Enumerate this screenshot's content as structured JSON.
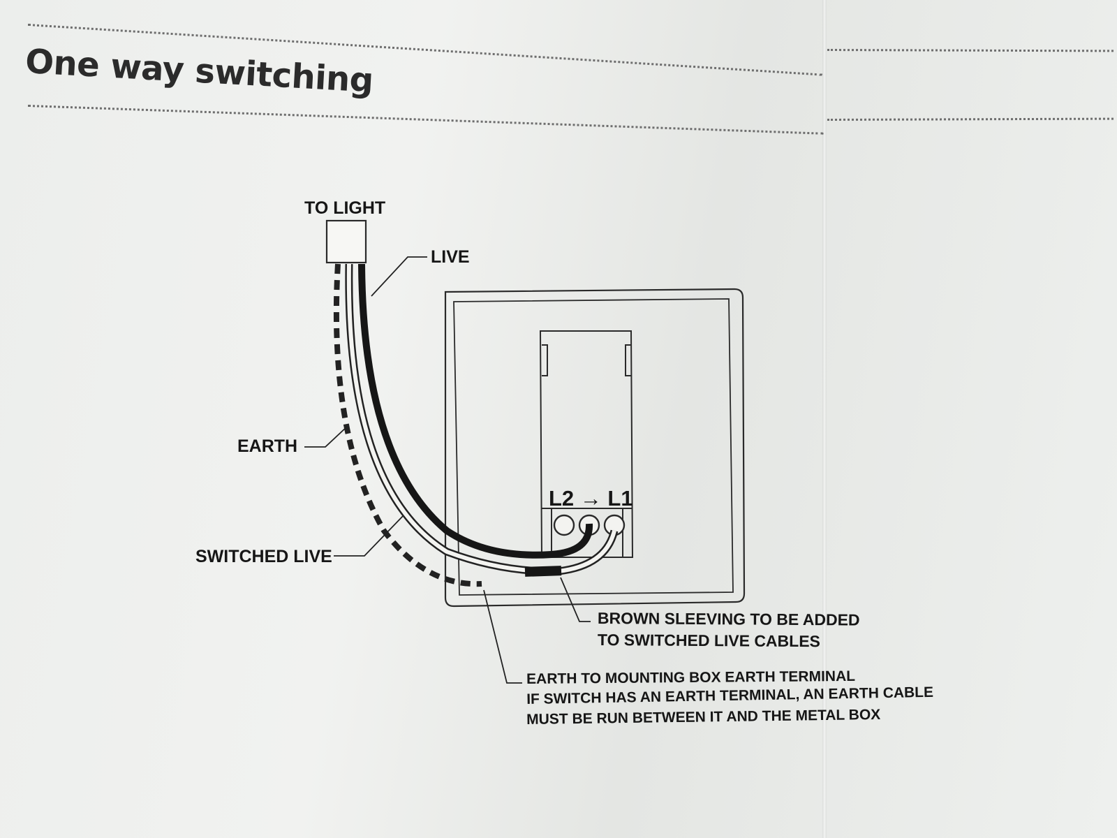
{
  "title": "One way switching",
  "labels": {
    "to_light": "TO LIGHT",
    "live": "LIVE",
    "earth": "EARTH",
    "switched_live": "SWITCHED LIVE",
    "terminals": "L2 → L1",
    "brown_sleeving_line1": "BROWN SLEEVING TO BE ADDED",
    "brown_sleeving_line2": "TO SWITCHED LIVE CABLES",
    "earth_note_line1": "EARTH TO MOUNTING BOX EARTH TERMINAL",
    "earth_note_line2": "IF SWITCH HAS AN EARTH TERMINAL, AN EARTH CABLE",
    "earth_note_line3": "MUST BE RUN BETWEEN IT AND THE METAL BOX"
  }
}
